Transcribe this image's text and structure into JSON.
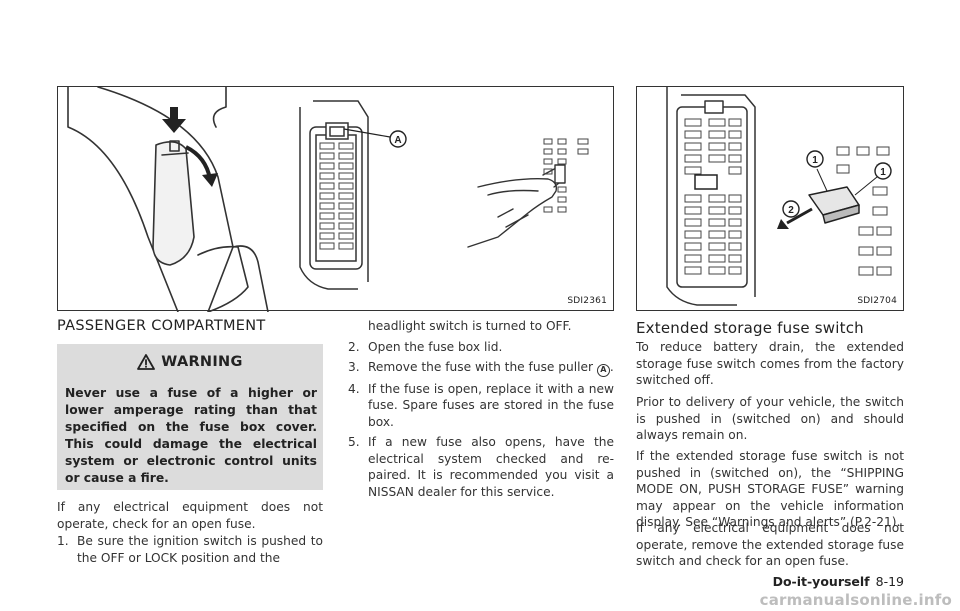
{
  "figures": {
    "left": {
      "code": "SDI2361",
      "callout": "A"
    },
    "right": {
      "code": "SDI2704",
      "callout_1": "1",
      "callout_2": "2"
    }
  },
  "passenger": {
    "title": "PASSENGER COMPARTMENT",
    "warning_title": "WARNING",
    "warning_text": "Never use a fuse of a higher or lower amperage rating than that specified on the fuse box cover. This could damage the electrical system or electronic control units or cause a fire.",
    "intro": "If any electrical equipment does not operate, check for an open fuse.",
    "steps": [
      {
        "num": "1.",
        "text": "Be sure the ignition switch is pushed to the OFF or LOCK position and the headlight switch is turned to OFF."
      },
      {
        "num": "2.",
        "text": "Open the fuse box lid."
      },
      {
        "num": "3.",
        "text": "Remove the fuse with the fuse puller",
        "marker": "A",
        "suffix": "."
      },
      {
        "num": "4.",
        "text": "If the fuse is open, replace it with a new fuse. Spare fuses are stored in the fuse box."
      },
      {
        "num": "5.",
        "text": "If a new fuse also opens, have the electrical system checked and re- paired. It is recommended you visit a NISSAN dealer for this service."
      }
    ],
    "step1_part_a": "Be sure the ignition switch is pushed to the OFF or LOCK position and the",
    "step1_part_b": "headlight switch is turned to OFF."
  },
  "extended": {
    "title": "Extended storage fuse switch",
    "paragraphs": [
      "To reduce battery drain, the extended storage fuse switch comes from the factory switched off.",
      "Prior to delivery of your vehicle, the switch is pushed in (switched on) and should always remain on.",
      "If the extended storage fuse switch is not pushed in (switched on), the “SHIPPING MODE ON, PUSH STORAGE FUSE” warning may appear on the vehicle information display. See “Warnings and alerts” (P.2-21).",
      "If any electrical equipment does not operate, remove the extended storage fuse switch and check for an open fuse."
    ]
  },
  "footer": {
    "chapter": "Do-it-yourself",
    "page": "8-19"
  },
  "watermark": "carmanualsonline.info"
}
